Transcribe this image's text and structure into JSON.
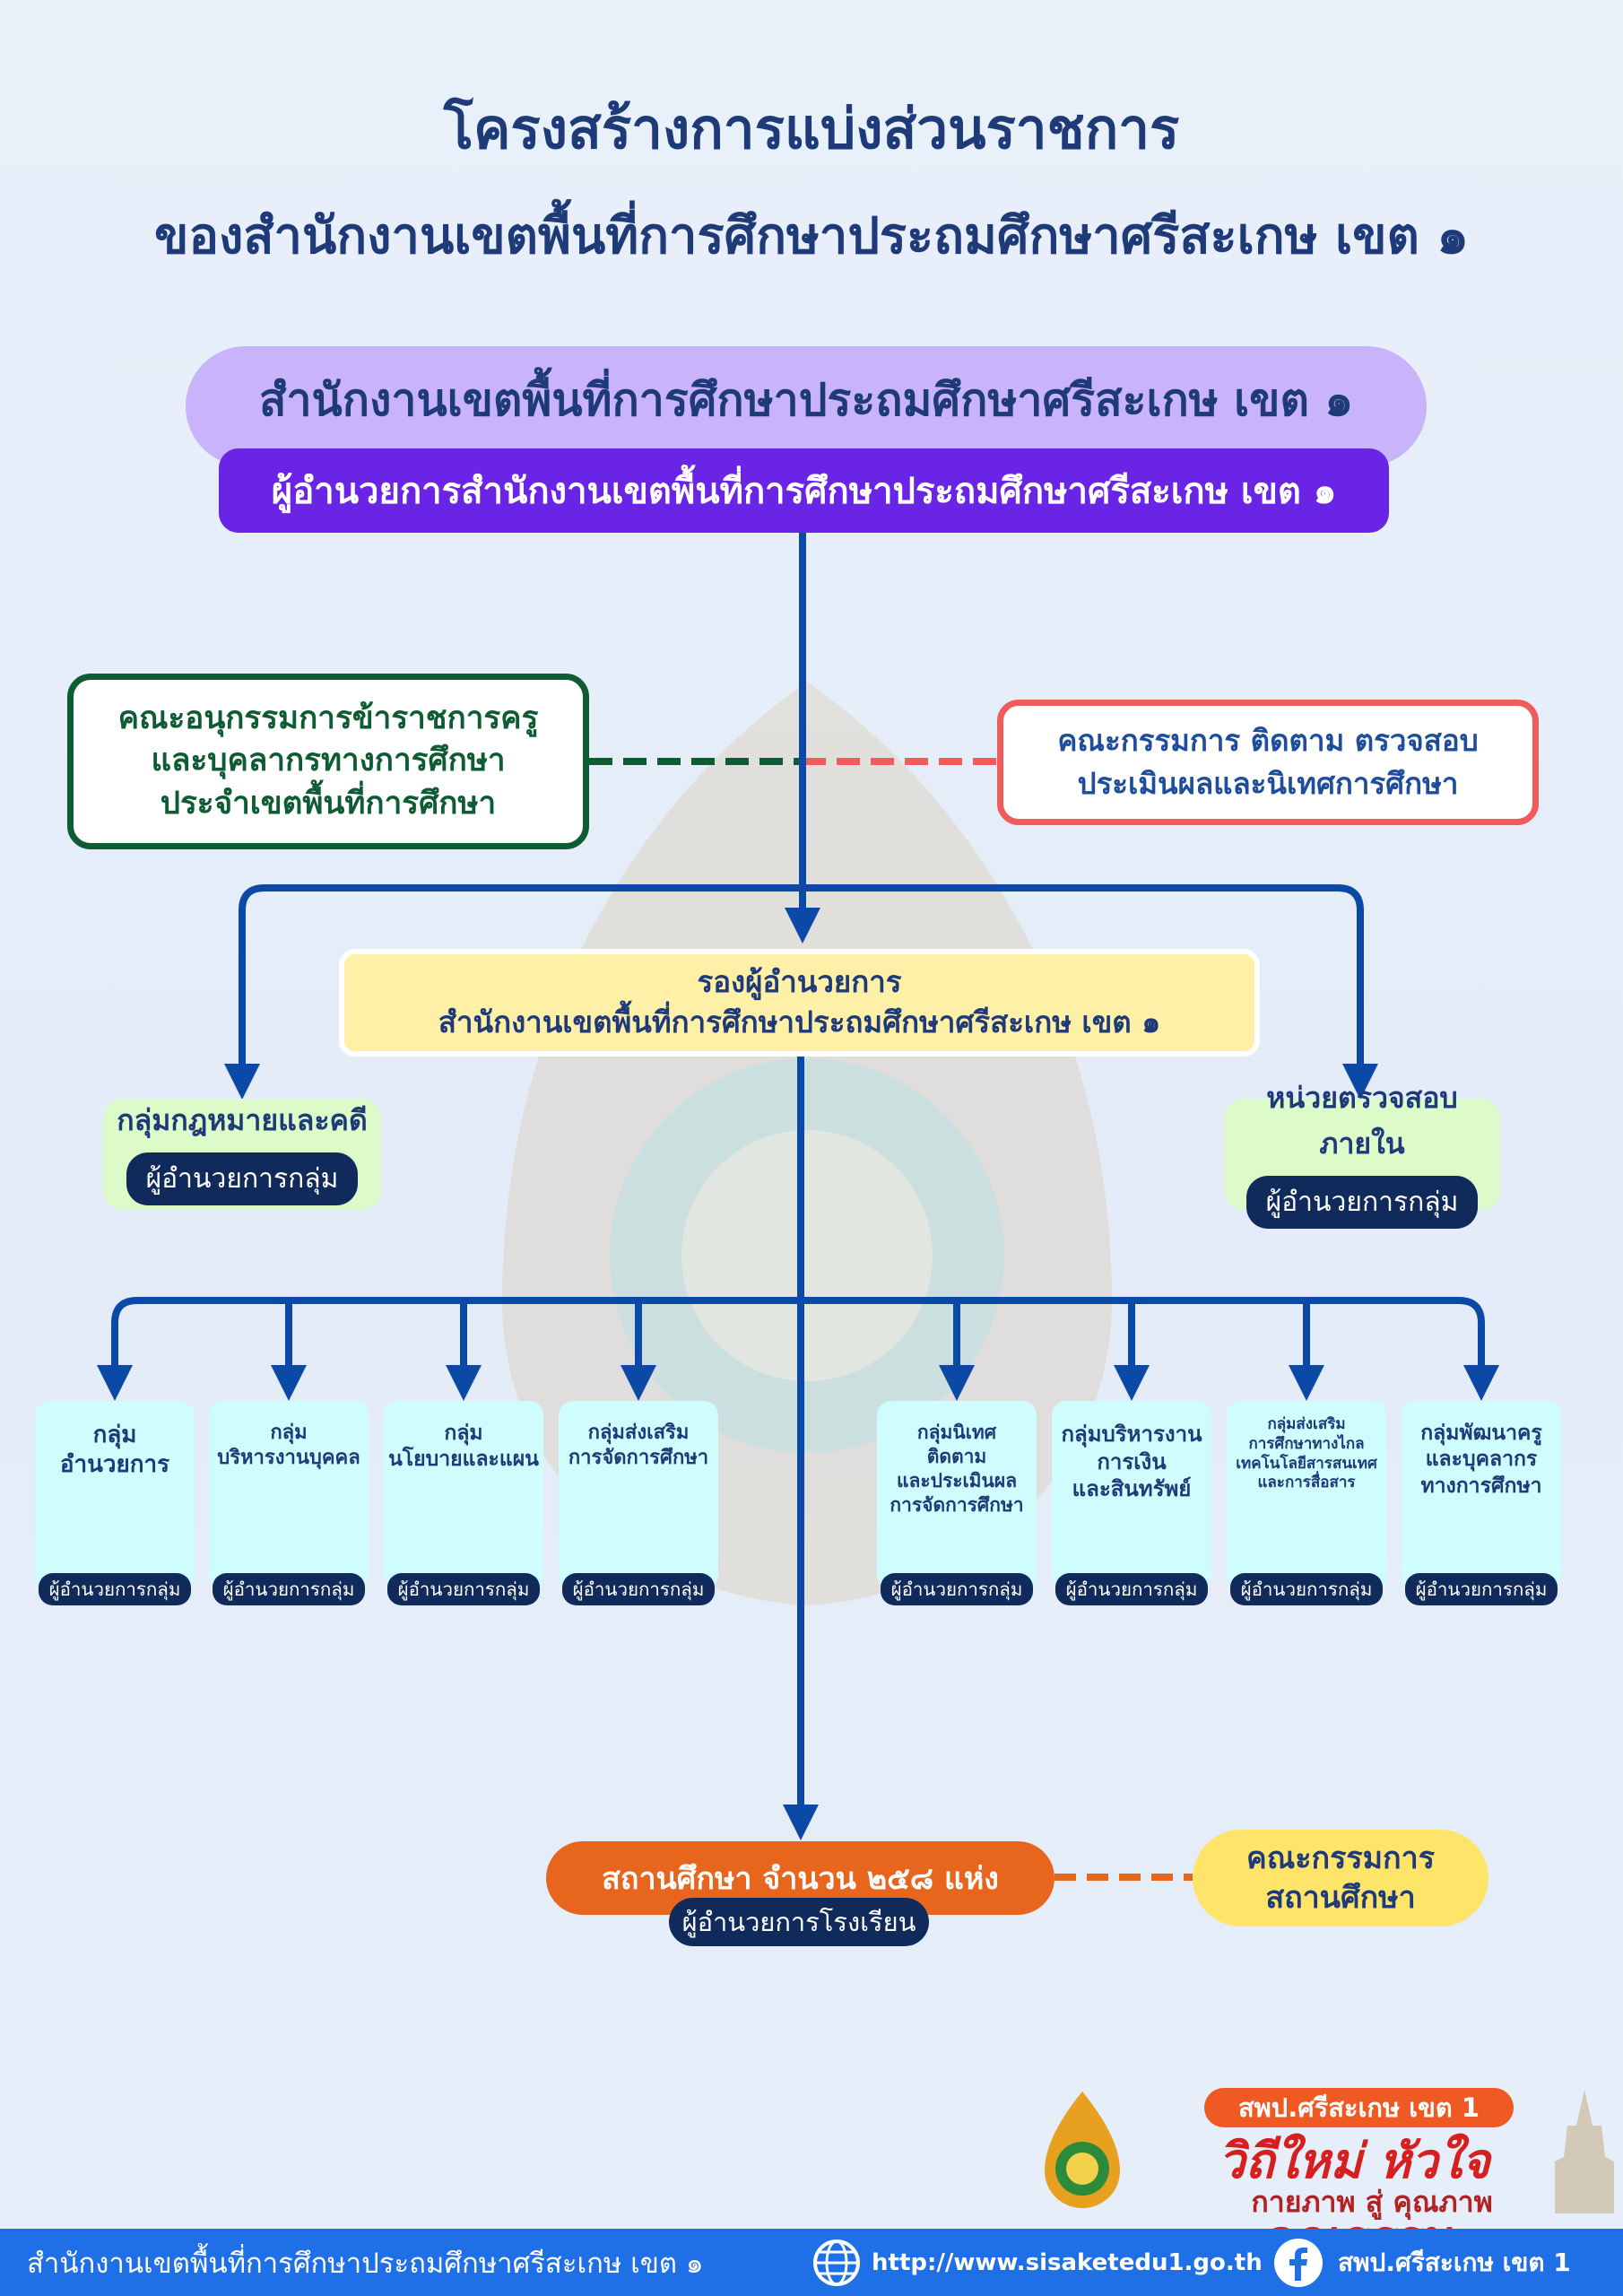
{
  "title": {
    "line1": "โครงสร้างการแบ่งส่วนราชการ",
    "line2": "ของสำนักงานเขตพื้นที่การศึกษาประถมศึกษาศรีสะเกษ เขต ๑"
  },
  "office": {
    "name": "สำนักงานเขตพื้นที่การศึกษาประถมศึกษาศรีสะเกษ เขต ๑",
    "director": "ผู้อำนวยการสำนักงานเขตพื้นที่การศึกษาประถมศึกษาศรีสะเกษ เขต ๑"
  },
  "committees": {
    "teacher": [
      "คณะอนุกรรมการข้าราชการครู",
      "และบุคลากรทางการศึกษา",
      "ประจำเขตพื้นที่การศึกษา"
    ],
    "supervision": [
      "คณะกรรมการ ติดตาม ตรวจสอบ",
      "ประเมินผลและนิเทศการศึกษา"
    ]
  },
  "deputy": {
    "line1": "รองผู้อำนวยการ",
    "line2": "สำนักงานเขตพื้นที่การศึกษาประถมศึกษาศรีสะเกษ เขต ๑"
  },
  "side_units": {
    "legal": {
      "title": "กลุ่มกฎหมายและคดี",
      "head": "ผู้อำนวยการกลุ่ม"
    },
    "audit": {
      "title": "หน่วยตรวจสอบภายใน",
      "head": "ผู้อำนวยการกลุ่ม"
    }
  },
  "groups": [
    {
      "lines": [
        "กลุ่ม",
        "อำนวยการ"
      ],
      "head": "ผู้อำนวยการกลุ่ม"
    },
    {
      "lines": [
        "กลุ่ม",
        "บริหารงานบุคคล"
      ],
      "head": "ผู้อำนวยการกลุ่ม"
    },
    {
      "lines": [
        "กลุ่ม",
        "นโยบายและแผน"
      ],
      "head": "ผู้อำนวยการกลุ่ม"
    },
    {
      "lines": [
        "กลุ่มส่งเสริม",
        "การจัดการศึกษา"
      ],
      "head": "ผู้อำนวยการกลุ่ม"
    },
    {
      "lines": [
        "กลุ่มนิเทศ",
        "ติดตาม",
        "และประเมินผล",
        "การจัดการศึกษา"
      ],
      "head": "ผู้อำนวยการกลุ่ม"
    },
    {
      "lines": [
        "กลุ่มบริหารงาน",
        "การเงิน",
        "และสินทรัพย์"
      ],
      "head": "ผู้อำนวยการกลุ่ม"
    },
    {
      "lines": [
        "กลุ่มส่งเสริม",
        "การศึกษาทางไกล",
        "เทคโนโลยีสารสนเทศ",
        "และการสื่อสาร"
      ],
      "head": "ผู้อำนวยการกลุ่ม"
    },
    {
      "lines": [
        "กลุ่มพัฒนาครู",
        "และบุคลากร",
        "ทางการศึกษา"
      ],
      "head": "ผู้อำนวยการกลุ่ม"
    }
  ],
  "schools": {
    "label": "สถานศึกษา จำนวน ๒๕๘ แห่ง",
    "head": "ผู้อำนวยการโรงเรียน",
    "committee": [
      "คณะกรรมการ",
      "สถานศึกษา"
    ]
  },
  "branding": {
    "badge": "สพป.ศรีสะเกษ เขต 1",
    "slogan": "วิถีใหม่ หัวใจคุณธรรม",
    "sub": "กายภาพ สู่ คุณภาพ"
  },
  "footer": {
    "office": "สำนักงานเขตพื้นที่การศึกษาประถมศึกษาศรีสะเกษ เขต ๑",
    "url": "http://www.sisaketedu1.go.th",
    "facebook": "สพป.ศรีสะเกษ เขต 1"
  },
  "colors": {
    "line_blue": "#0a49a6",
    "teacher_green": "#0f5c34",
    "supervision_red": "#f05b5b",
    "school_orange": "#e8651e"
  }
}
